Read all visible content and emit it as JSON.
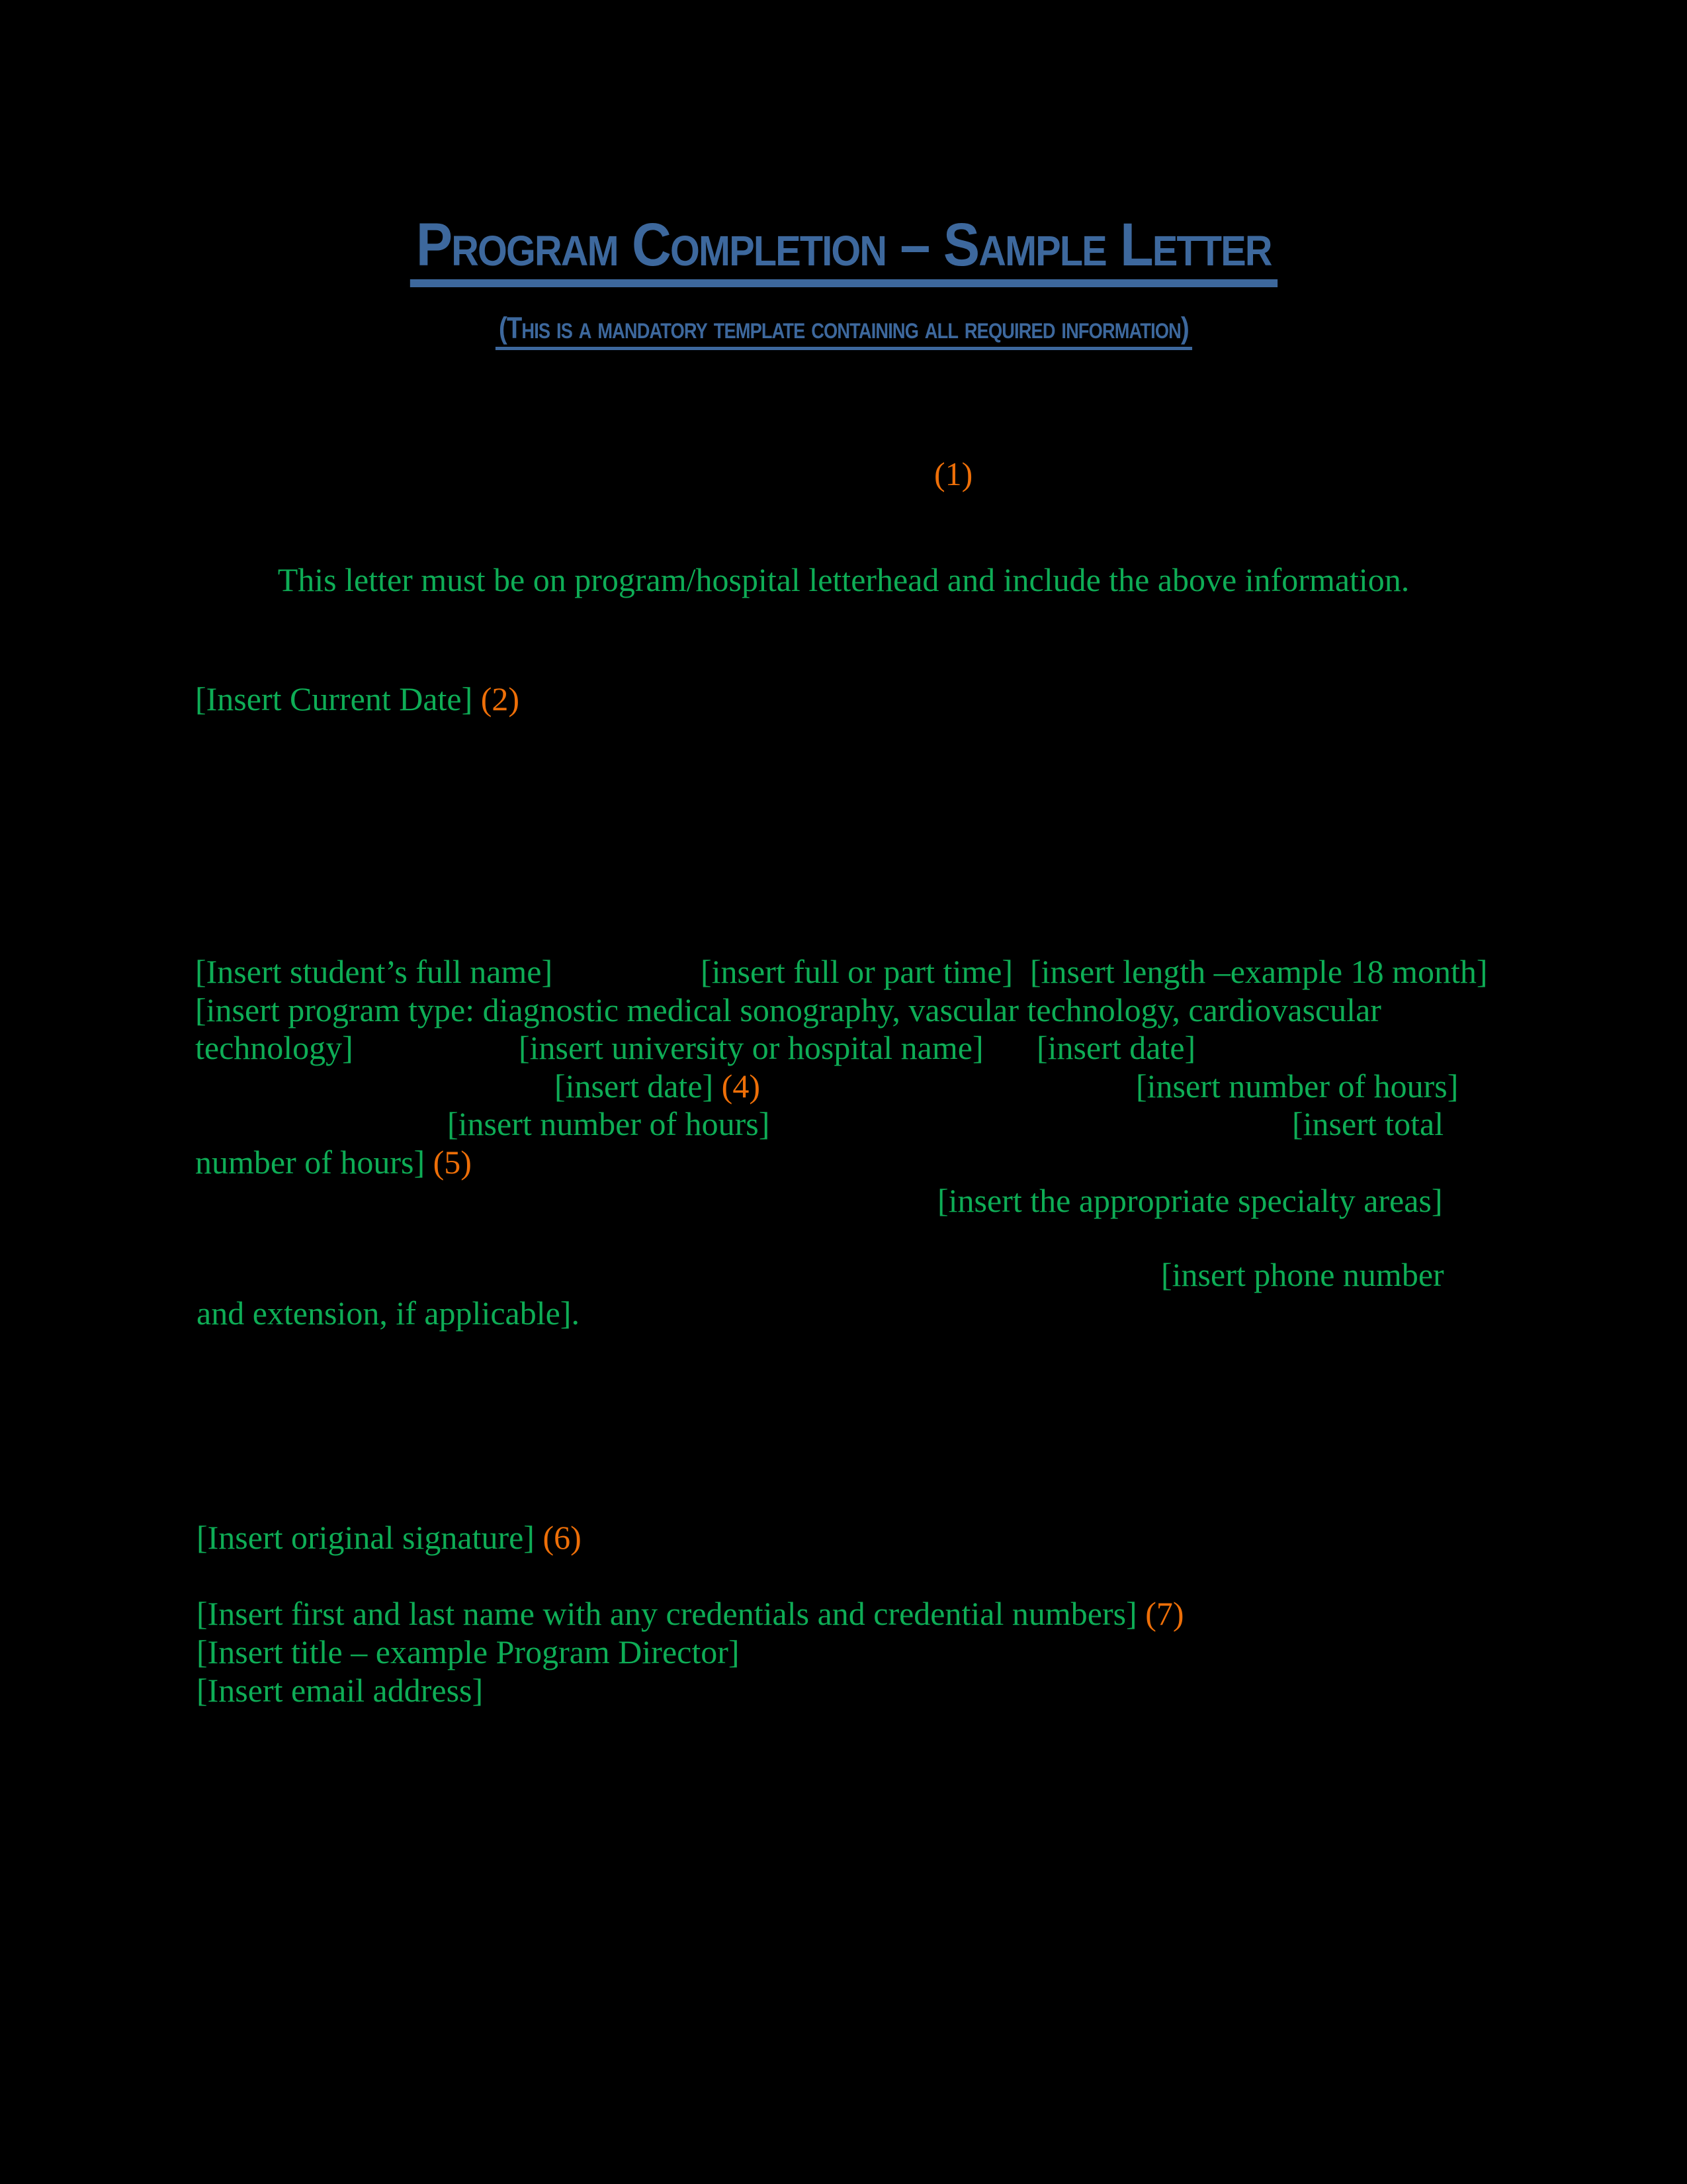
{
  "colors": {
    "page_bg": "#000000",
    "blue": "#3D689D",
    "green": "#0EAD56",
    "orange": "#EE6F08"
  },
  "header": {
    "title": "Program Completion – Sample Letter",
    "subtitle": "(This is a mandatory template containing all required information)"
  },
  "marker1": "(1)",
  "notice": "This letter must be on program/hospital letterhead and include the above information.",
  "date_line": {
    "text": "[Insert Current Date]",
    "marker": "(2)"
  },
  "body": {
    "student_name": "[Insert student’s full name]",
    "full_or_part_time": "[insert full or part time]",
    "program_length": "[insert length –example 18 month]",
    "program_type_line": "[insert program type: diagnostic medical sonography, vascular technology, cardiovascular",
    "program_type_continuation": "technology]",
    "university": "[insert university or hospital name]",
    "date_1": "[insert date]",
    "date_2": "[insert date]",
    "marker4": "(4)",
    "hours_1": "[insert number of hours]",
    "hours_2": "[insert number of hours]",
    "total_hours_start": "[insert total",
    "total_hours_end": "number of hours]",
    "marker5": "(5)",
    "specialty_areas": "[insert the appropriate specialty areas]",
    "phone_start": "[insert phone number",
    "phone_end": "and extension, if applicable]."
  },
  "signature": {
    "original_signature": "[Insert original signature]",
    "marker6": "(6)",
    "name_credentials": "[Insert first and last name with any credentials and credential numbers]",
    "marker7": "(7)",
    "title": "[Insert title – example Program Director]",
    "email": "[Insert email address]"
  }
}
